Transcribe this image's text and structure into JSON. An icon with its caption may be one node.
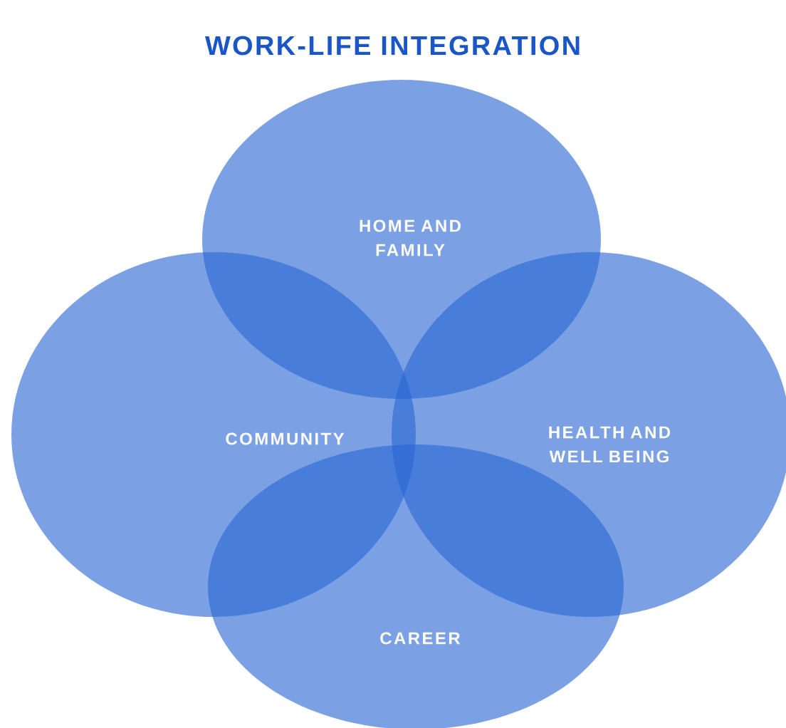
{
  "diagram": {
    "title": "WORK-LIFE INTEGRATION",
    "nodes": [
      {
        "text": [
          "HOME AND FAMILY"
        ]
      },
      {
        "text": [
          "COMMUNITY"
        ]
      },
      {
        "text": [
          "HEALTH AND WELL BEING"
        ]
      },
      {
        "text": [
          "CAREER"
        ]
      }
    ]
  }
}
